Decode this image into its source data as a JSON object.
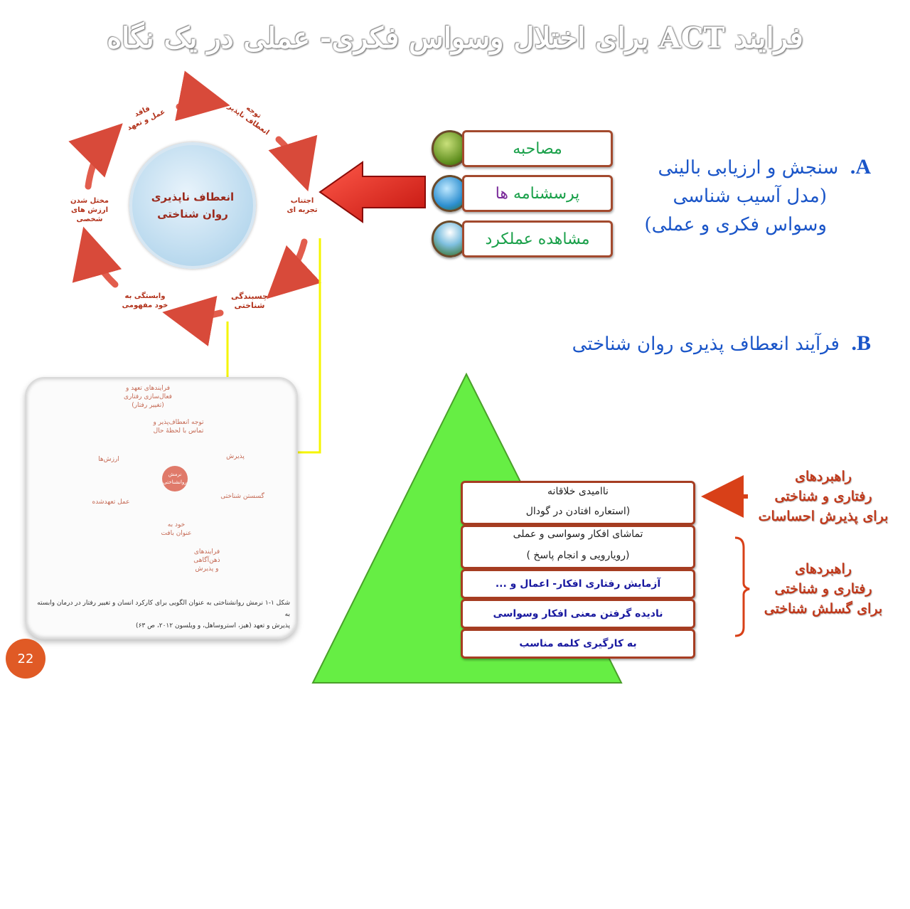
{
  "title": "فرایند ACT برای اختلال وسواس فکری- عملی در یک نگاه",
  "section_a": {
    "letter": "A.",
    "heading": "سنجش و ارزیابی بالینی",
    "subtitle_1": "(مدل آسیب شناسی",
    "subtitle_2": "وسواس فکری و عملی)"
  },
  "assessment_boxes": [
    {
      "label": "مصاحبه"
    },
    {
      "label_a": "پرسشنامه",
      "label_b": "ها"
    },
    {
      "label": "مشاهده عملکرد"
    }
  ],
  "section_b": {
    "letter": "B.",
    "heading": "فرآیند انعطاف پذیری روان شناختی"
  },
  "cycle": {
    "center": [
      "انعطاف ناپذیری",
      "روان شناختی"
    ],
    "nodes": [
      [
        "فاقد",
        "عمل و تعهد"
      ],
      [
        "توجه",
        "انعطاف ناپذیر"
      ],
      [
        "اجتناب",
        "تجربه ای"
      ],
      [
        "چسبندگی",
        "شناختی"
      ],
      [
        "وابستگی به",
        "خود مفهومی"
      ],
      [
        "مختل شدن",
        "ارزش های",
        "شخصی"
      ]
    ]
  },
  "figure": {
    "top": [
      "فرایندهای تعهد و",
      "فعال‌سازی رفتاری",
      "(تغییر رفتار)"
    ],
    "upper": [
      "توجه انعطاف‌پذیر و",
      "تماس با لحظهٔ حال"
    ],
    "left": "ارزش‌ها",
    "right": "پذیرش",
    "left2": "عمل تعهدشده",
    "right2": "گسستن شناختی",
    "lower": [
      "خود به",
      "عنوان بافت"
    ],
    "center": [
      "نرمش",
      "روانشناختی"
    ],
    "bottom": [
      "فرایندهای",
      "ذهن‌آگاهی",
      "و پذیرش"
    ],
    "caption_1": "شکل ۱-۱ نرمش روانشناختی به عنوان الگویی برای کارکرد انسان و تغییر رفتار در درمان وابسته به",
    "caption_2": "پذیرش و تعهد (هیز، استروساهل، و ویلسون ۲۰۱۲، ص ۶۳)"
  },
  "strategies": [
    {
      "line1": "ناامیدی خلاقانه",
      "line2": "(استعاره افتادن در گودال"
    },
    {
      "line1": "تماشای افکار وسواسی و عملی",
      "line2": "(رویارویی و انجام پاسخ )"
    },
    {
      "line1": "آزمایش رفتاری افکار- اعمال و ..."
    },
    {
      "line1": "نادیده گرفتن معنی افکار وسواسی"
    },
    {
      "line1": "به کارگیری کلمه مناسب"
    }
  ],
  "right_labels": {
    "acceptance": [
      "راهبردهای",
      "رفتاری و شناختی",
      "برای پذیرش احساسات"
    ],
    "defusion": [
      "راهبردهای",
      "رفتاری و شناختی",
      "برای گسلش شناختی"
    ]
  },
  "page_number": "22",
  "colors": {
    "title_shadow": "#777777",
    "heading_blue": "#1a55c8",
    "cycle_red": "#c8331c",
    "arrow_red": "#e01010",
    "triangle_green": "#66ee44",
    "box_border": "#a34a2e",
    "badge_orange": "#e05a25",
    "connector_yellow": "#f5f500"
  }
}
